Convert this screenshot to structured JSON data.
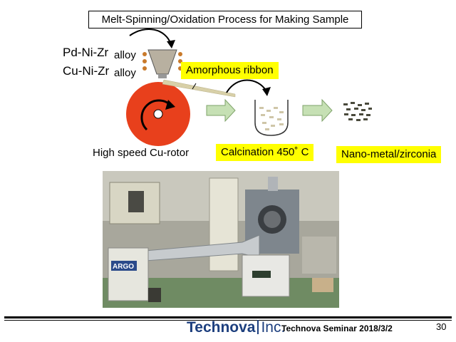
{
  "slide": {
    "title": "Melt-Spinning/Oxidation Process for Making Sample",
    "alloys": [
      {
        "name": "Pd-Ni-Zr",
        "suffix": "alloy"
      },
      {
        "name": "Cu-Ni-Zr",
        "suffix": "alloy"
      }
    ],
    "labels": {
      "amorphous_ribbon": "Amorphous ribbon",
      "rotor": "High speed Cu-rotor",
      "calcination": "Calcination 450˚ C",
      "product": "Nano-metal/zirconia"
    },
    "photo_text": {
      "argon_label": "ARGO"
    },
    "footer": {
      "logo_main": "Technova",
      "logo_inc": "Inc.",
      "seminar": "Technova Seminar 2018/3/2",
      "page_number": "30"
    }
  },
  "colors": {
    "rotor": "#e8401c",
    "highlight": "#ffff00",
    "arrow_fill": "#c6e0b4",
    "logo": "#1d3f7e"
  }
}
